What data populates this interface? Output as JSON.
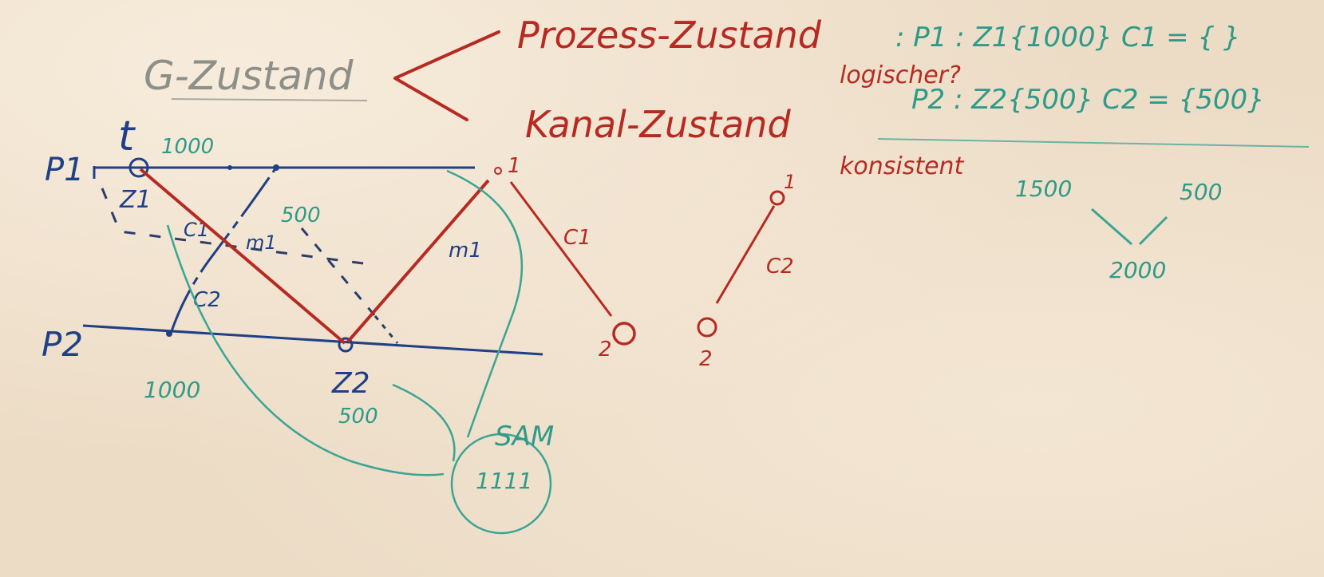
{
  "colors": {
    "board": "#ecdcc6",
    "blue_marker": "#1f3f86",
    "red_marker": "#b72a22",
    "teal_marker": "#2f9a88",
    "gray_marker": "#8d8f89"
  },
  "header": {
    "g_zustand": "G-Zustand",
    "prozess_zustand": "Prozess-Zustand",
    "kanal_zustand": "Kanal-Zustand"
  },
  "notes": {
    "logischer": "logischer?",
    "konsistent": "konsistent",
    "line1": ": P1 : Z1{1000} C1 = { }",
    "line2": "P2 : Z2{500} C2 = {500}",
    "sum_left": "1500",
    "sum_right": "500",
    "sum_total": "2000"
  },
  "diagram": {
    "p1_label": "P1",
    "p2_label": "P2",
    "t_label": "t",
    "p1_value": "1000",
    "p2_value": "1000",
    "z1_label": "Z1",
    "z2_label": "Z2",
    "z2_value": "500",
    "c1_small": "C1",
    "c2_small": "C2",
    "m1_left": "m1",
    "m1_right": "m1",
    "transfer": "500",
    "sam": "SAM",
    "circle_text": "1111"
  },
  "side_graphs": {
    "graph1_top": "1",
    "graph1_bottom": "2",
    "graph1_edge": "C1",
    "graph2_top": "1",
    "graph2_bottom": "2",
    "graph2_edge": "C2"
  }
}
